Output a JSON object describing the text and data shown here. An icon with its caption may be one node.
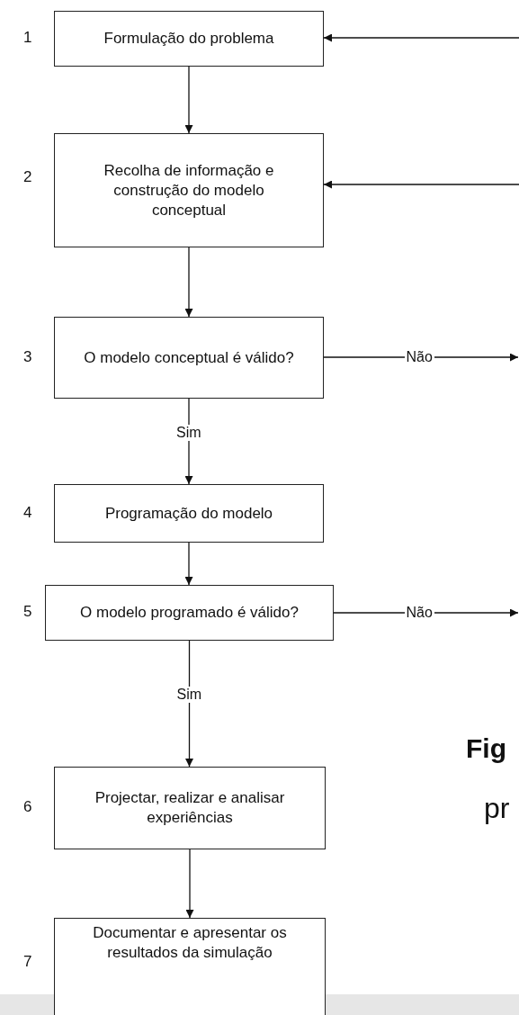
{
  "diagram": {
    "nodes": [
      {
        "text": [
          "Formulação do problema"
        ],
        "beside": [
          "1"
        ]
      },
      {
        "text": [
          "Recolha de informação e construção do modelo conceptual"
        ],
        "beside": [
          "2"
        ]
      },
      {
        "text": [
          "O modelo conceptual é válido?"
        ],
        "beside": [
          "3"
        ]
      },
      {
        "text": [
          "Programação do modelo"
        ],
        "beside": [
          "4"
        ]
      },
      {
        "text": [
          "O modelo programado é válido?"
        ],
        "beside": [
          "5"
        ]
      },
      {
        "text": [
          "Projectar, realizar e analisar experiências"
        ],
        "beside": [
          "6"
        ]
      },
      {
        "text": [
          "Documentar e apresentar os resultados da simulação"
        ],
        "beside": [
          "7"
        ]
      }
    ],
    "edges": [
      {
        "from": 0,
        "to": 1,
        "arrow": "to"
      },
      {
        "from": 1,
        "to": 2,
        "arrow": "to"
      },
      {
        "from": 2,
        "to": 3,
        "arrow": "to",
        "label": "Sim"
      },
      {
        "from": 3,
        "to": 4,
        "arrow": "to"
      },
      {
        "from": 4,
        "to": 5,
        "arrow": "to",
        "label": "Sim"
      },
      {
        "from": 5,
        "to": 6,
        "arrow": "to"
      },
      {
        "from": null,
        "to": 0,
        "arrow": "to"
      },
      {
        "from": null,
        "to": 1,
        "arrow": "to"
      },
      {
        "from": 2,
        "to": null,
        "arrow": "to",
        "label": "Não"
      },
      {
        "from": 4,
        "to": null,
        "arrow": "to",
        "label": "Não"
      }
    ],
    "labels": [
      "Fig",
      "pr"
    ]
  }
}
